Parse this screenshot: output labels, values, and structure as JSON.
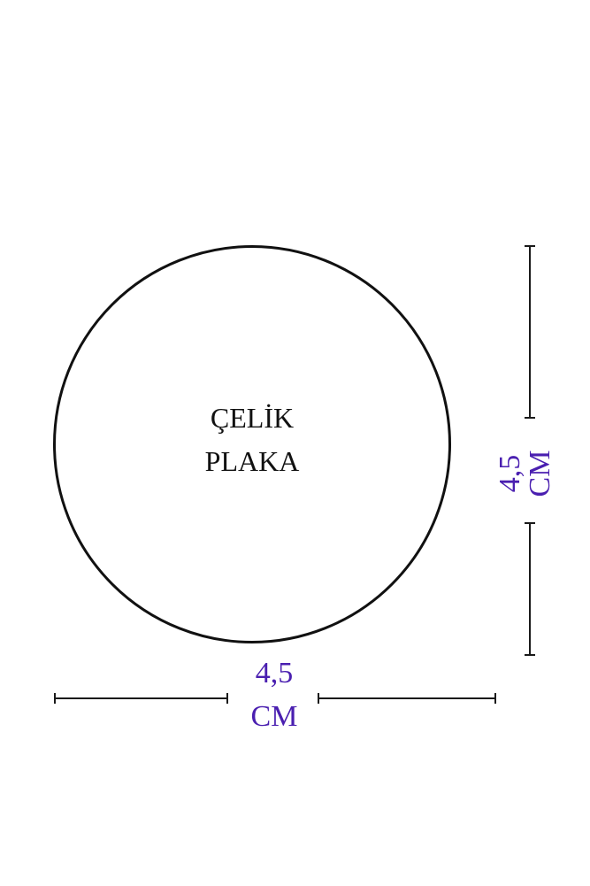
{
  "diagram": {
    "shape": "circle",
    "label_lines": [
      "ÇELİK",
      "PLAKA"
    ],
    "width_dimension": {
      "value": "4,5",
      "unit": "CM"
    },
    "height_dimension": {
      "value": "4,5",
      "unit": "CM"
    },
    "colors": {
      "outline": "#111111",
      "label_text": "#111111",
      "dimension_text": "#4a1fb0",
      "dimension_lines": "#1a1a1a",
      "background": "#ffffff"
    }
  }
}
